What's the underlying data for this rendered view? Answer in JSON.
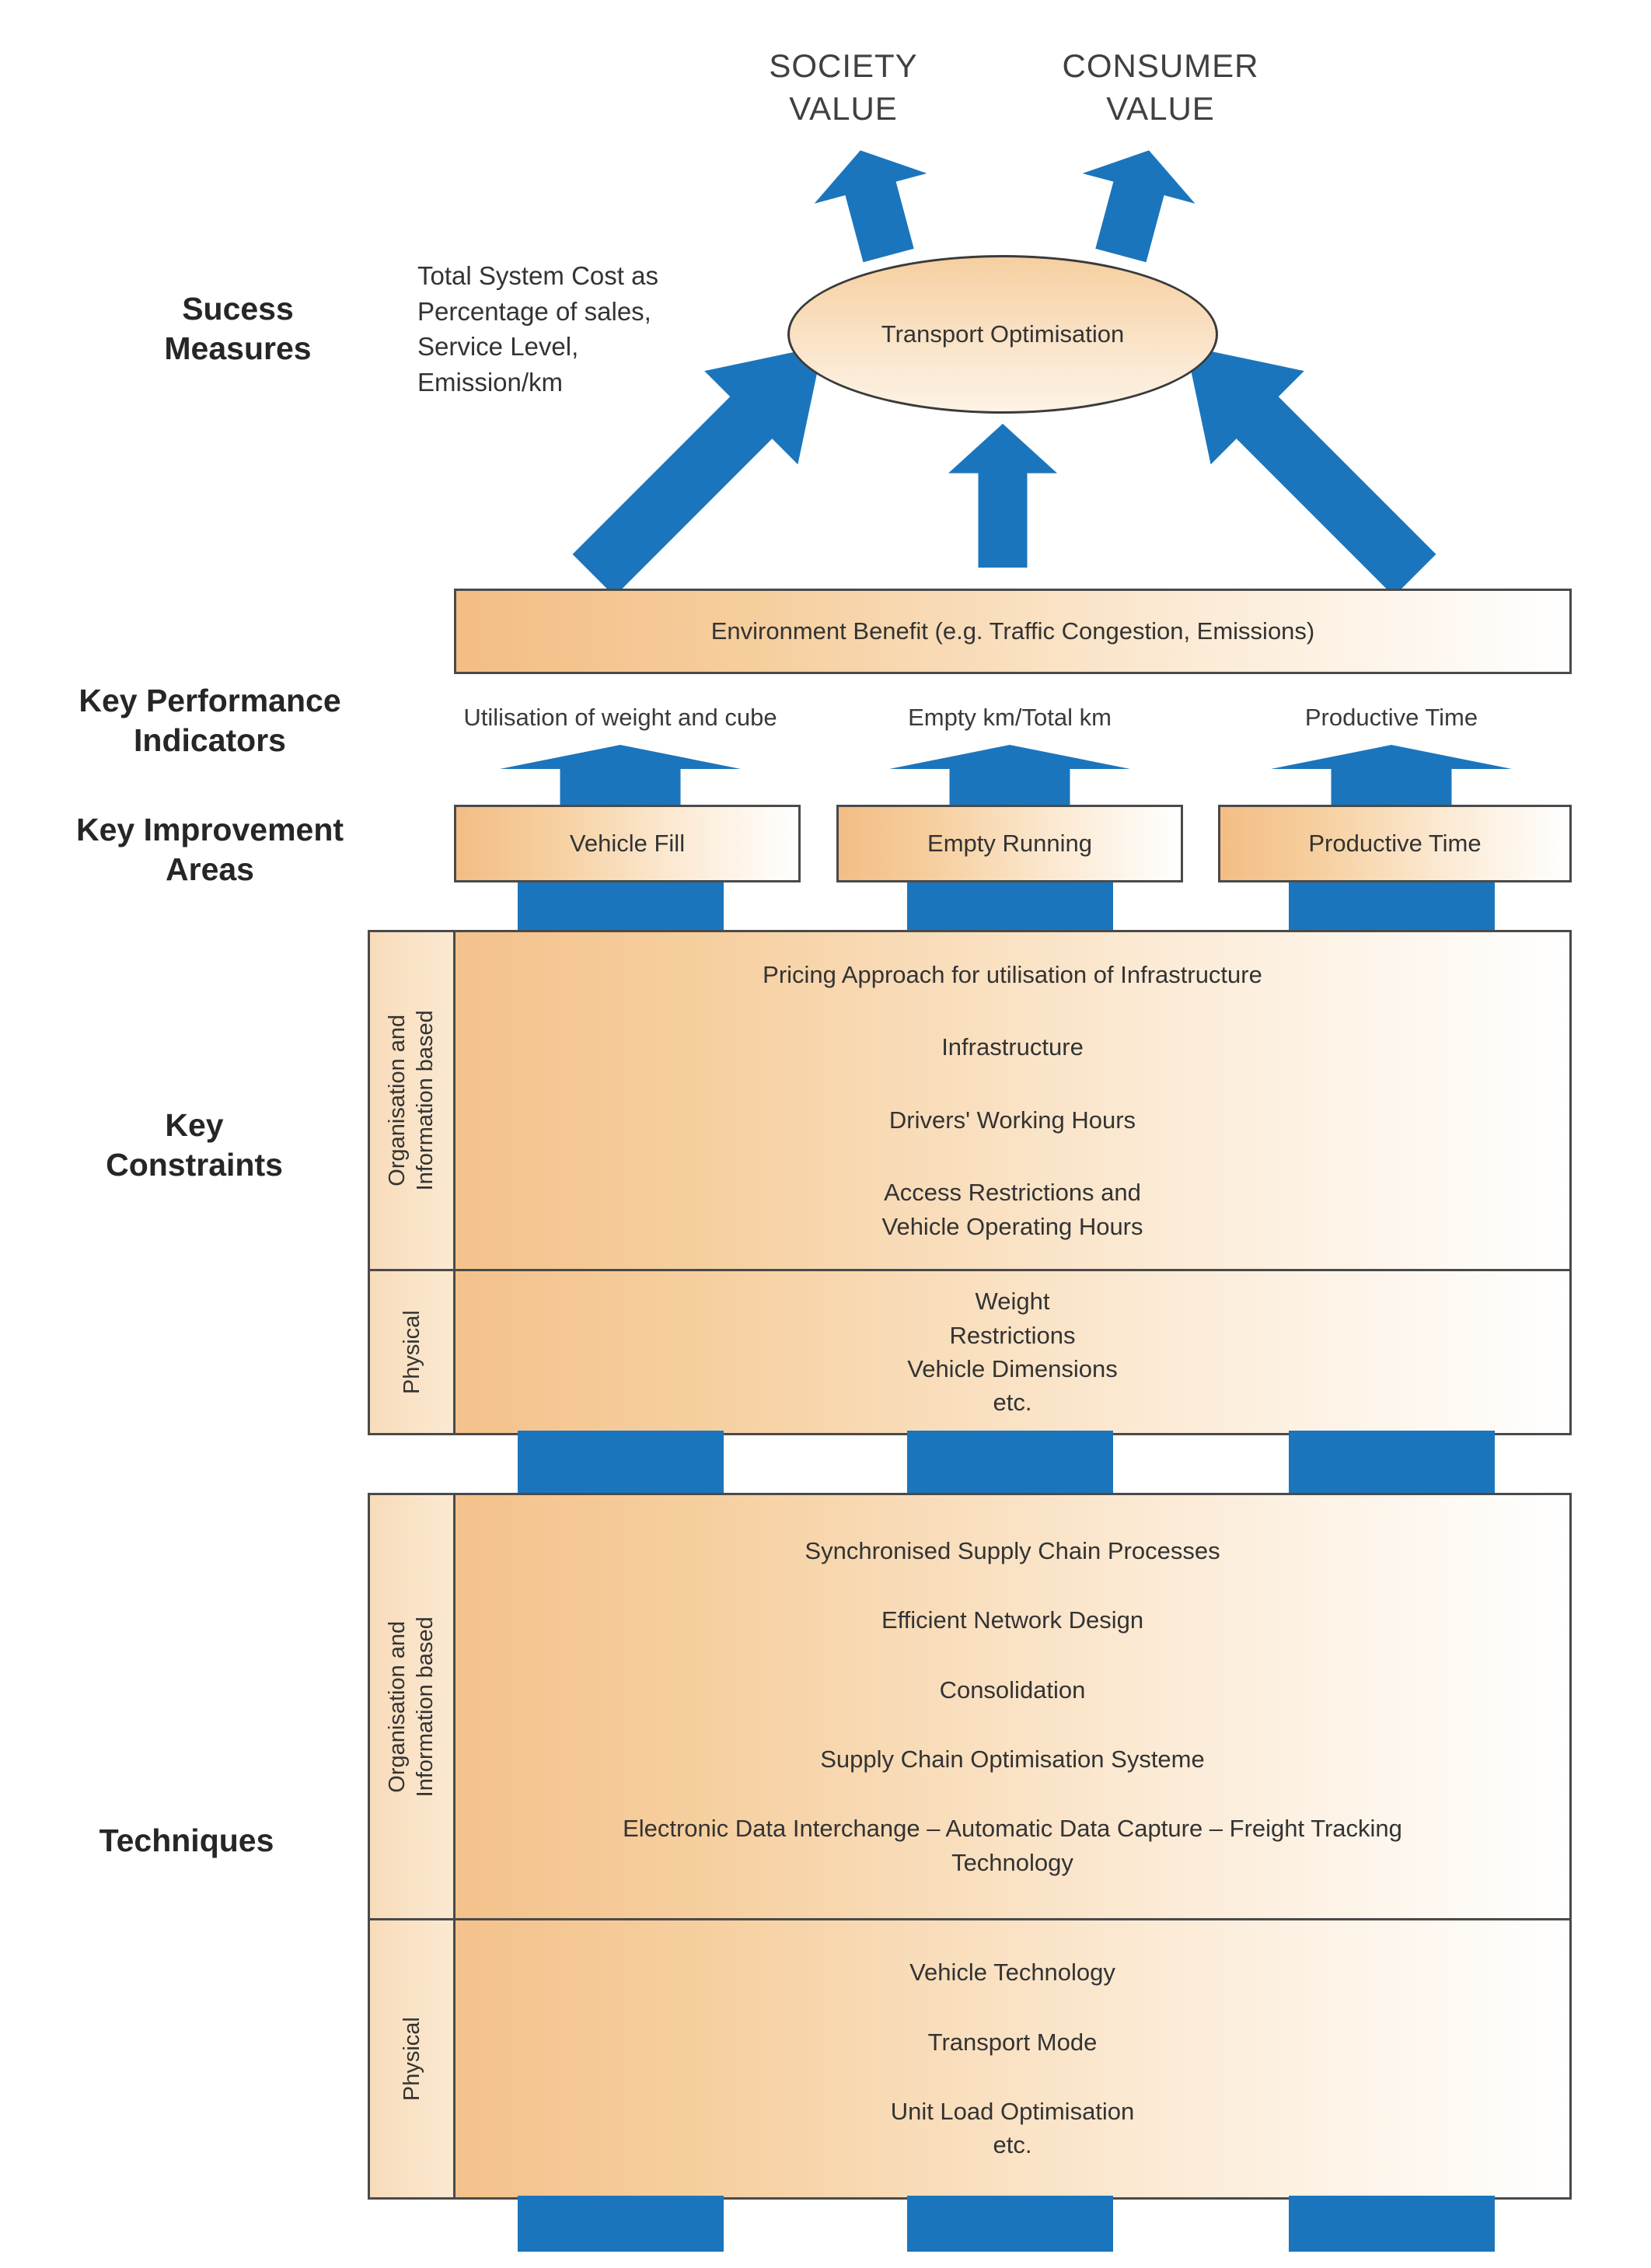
{
  "colors": {
    "arrow_blue": "#1b75bc",
    "box_peach": "#f3bd85",
    "border_gray": "#4a4a4a"
  },
  "title_row": {
    "society": "SOCIETY\nVALUE",
    "consumer": "CONSUMER\nVALUE"
  },
  "ellipse": {
    "label": "Transport Optimisation"
  },
  "labels": {
    "success": "Sucess\nMeasures",
    "success_detail": "Total System Cost as\nPercentage of sales,\nService Level,\nEmission/km",
    "kpi": "Key Performance\nIndicators",
    "improvement": "Key Improvement\nAreas",
    "constraints": "Key\nConstraints",
    "techniques": "Techniques"
  },
  "environment_box": {
    "label": "Environment Benefit (e.g. Traffic Congestion, Emissions)"
  },
  "kpi_row": {
    "items": [
      "Utilisation of weight and cube",
      "Empty km/Total km",
      "Productive Time"
    ]
  },
  "improvement_row": {
    "items": [
      "Vehicle Fill",
      "Empty Running",
      "Productive Time"
    ]
  },
  "constraints_box": {
    "org_label": "Organisation and\nInformation based",
    "physical_label": "Physical",
    "org_items": [
      "Pricing Approach for utilisation of Infrastructure",
      "Infrastructure",
      "Drivers' Working Hours",
      "Access Restrictions and\nVehicle Operating Hours"
    ],
    "physical_text": "Weight\nRestrictions\nVehicle Dimensions\netc."
  },
  "techniques_box": {
    "org_label": "Organisation and\nInformation based",
    "physical_label": "Physical",
    "org_items": [
      "Synchronised Supply Chain Processes",
      "Efficient Network Design",
      "Consolidation",
      "Supply Chain Optimisation Systeme",
      "Electronic Data Interchange – Automatic Data Capture – Freight Tracking\nTechnology"
    ],
    "physical_items": [
      "Vehicle Technology",
      "Transport Mode",
      "Unit Load Optimisation\netc."
    ]
  }
}
